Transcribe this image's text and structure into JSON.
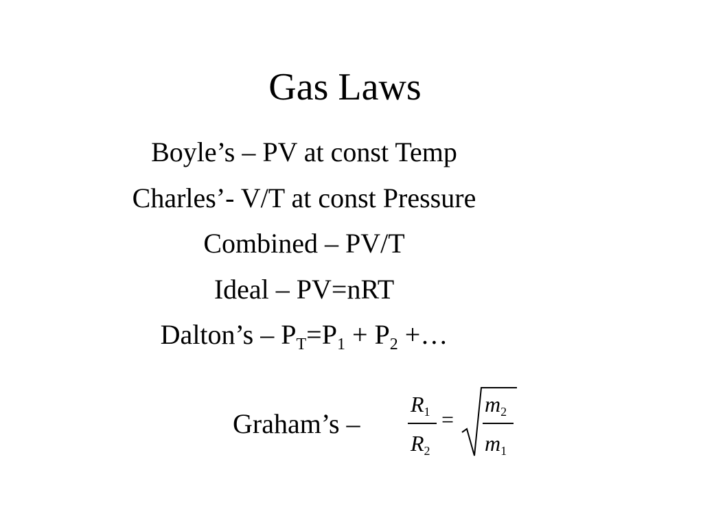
{
  "slide": {
    "title": "Gas Laws",
    "laws": {
      "boyle": {
        "name": "Boyle’s",
        "sep": " – ",
        "desc": "PV at const Temp"
      },
      "charles": {
        "name": "Charles’",
        "sep": "- ",
        "desc": "V/T at const Pressure"
      },
      "combined": {
        "name": "Combined",
        "sep": " – ",
        "desc": "PV/T"
      },
      "ideal": {
        "name": "Ideal",
        "sep": " – ",
        "desc": "PV=nRT"
      },
      "dalton": {
        "name": "Dalton’s",
        "sep": " – ",
        "p": "P",
        "sub_total": "T",
        "eq": "=",
        "sub_1": "1",
        "plus_1": " + ",
        "sub_2": "2",
        "tail": " +…"
      }
    },
    "graham": {
      "label": "Graham’s –",
      "r": "R",
      "m": "m",
      "sub_1": "1",
      "sub_2": "2",
      "equals": "="
    }
  }
}
